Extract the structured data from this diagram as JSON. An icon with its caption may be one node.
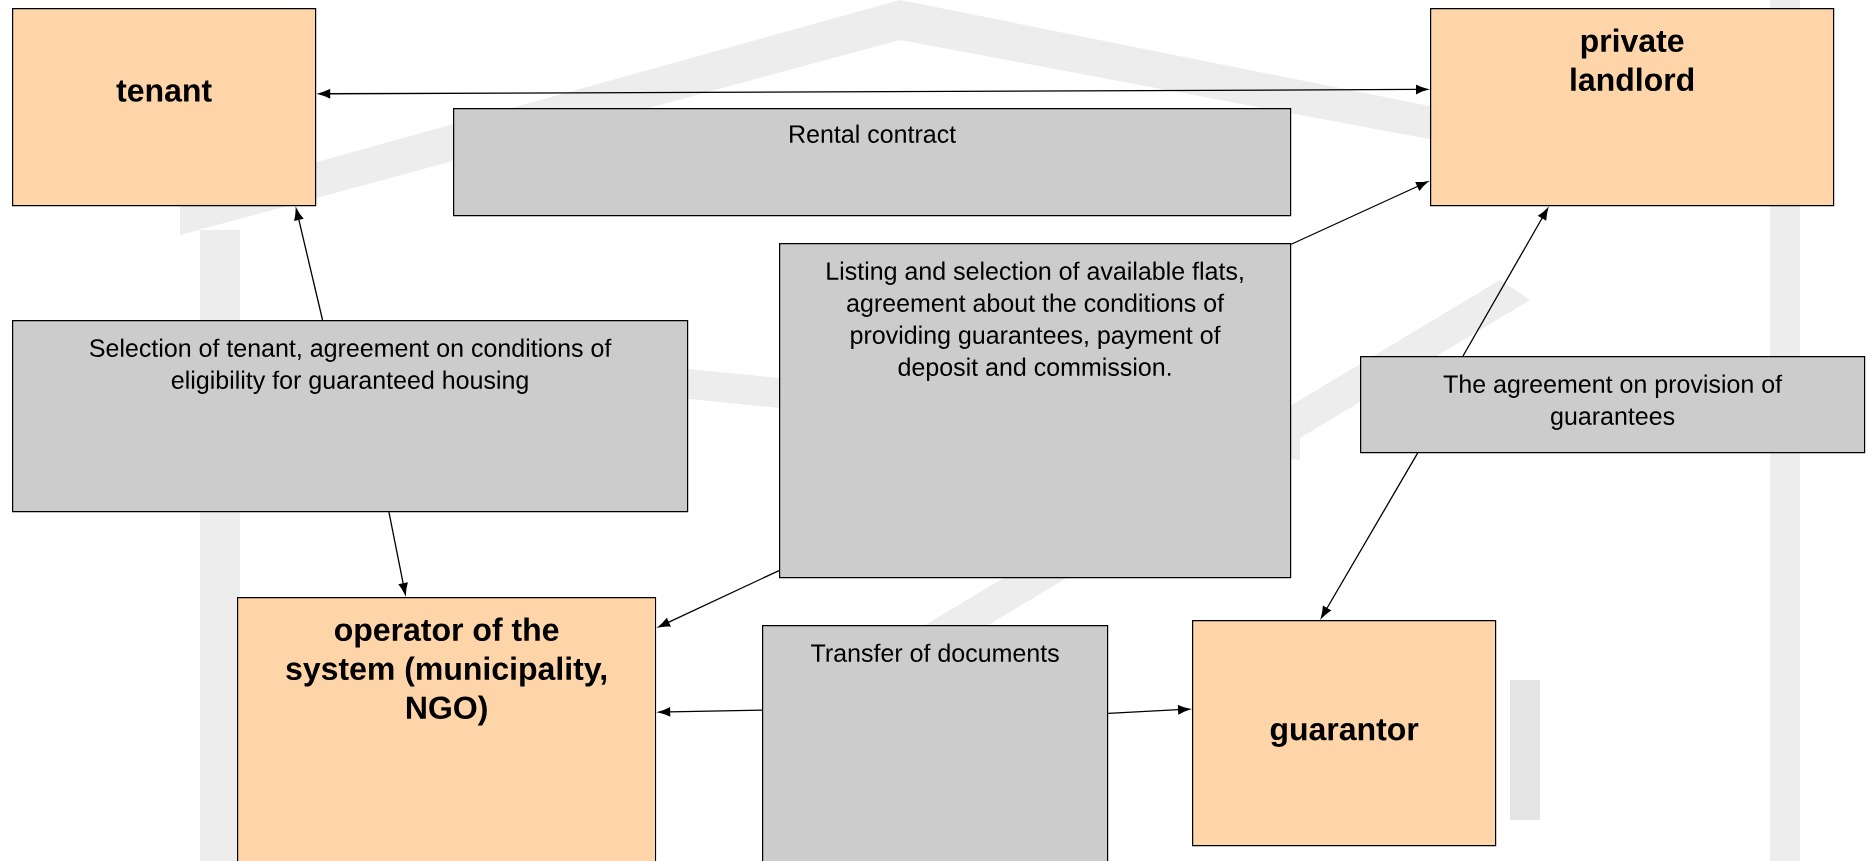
{
  "diagram": {
    "nodes": [
      {
        "text": [
          "tenant"
        ]
      },
      {
        "text": [
          "private landlord"
        ]
      },
      {
        "text": [
          "Rental contract"
        ]
      },
      {
        "text": [
          "Selection of tenant, agreement on conditions of eligibility for guaranteed housing"
        ]
      },
      {
        "text": [
          "Listing and selection of available flats, agreement about the conditions of providing guarantees, payment of deposit and commission."
        ]
      },
      {
        "text": [
          "The agreement on provision of guarantees"
        ]
      },
      {
        "text": [
          "operator of the system (municipality, NGO)"
        ]
      },
      {
        "text": [
          "Transfer of documents"
        ]
      },
      {
        "text": [
          "guarantor"
        ]
      }
    ],
    "edges": [
      {
        "from": 0,
        "to": 1,
        "arrow": "both"
      },
      {
        "from": 3,
        "to": 0,
        "arrow": "to"
      },
      {
        "from": 3,
        "to": 6,
        "arrow": "to"
      },
      {
        "from": 4,
        "to": 1,
        "arrow": "to"
      },
      {
        "from": 4,
        "to": 6,
        "arrow": "to"
      },
      {
        "from": 5,
        "to": 1,
        "arrow": "to"
      },
      {
        "from": 5,
        "to": 8,
        "arrow": "to"
      },
      {
        "from": 7,
        "to": 6,
        "arrow": "to"
      },
      {
        "from": 7,
        "to": 8,
        "arrow": "to"
      }
    ]
  }
}
